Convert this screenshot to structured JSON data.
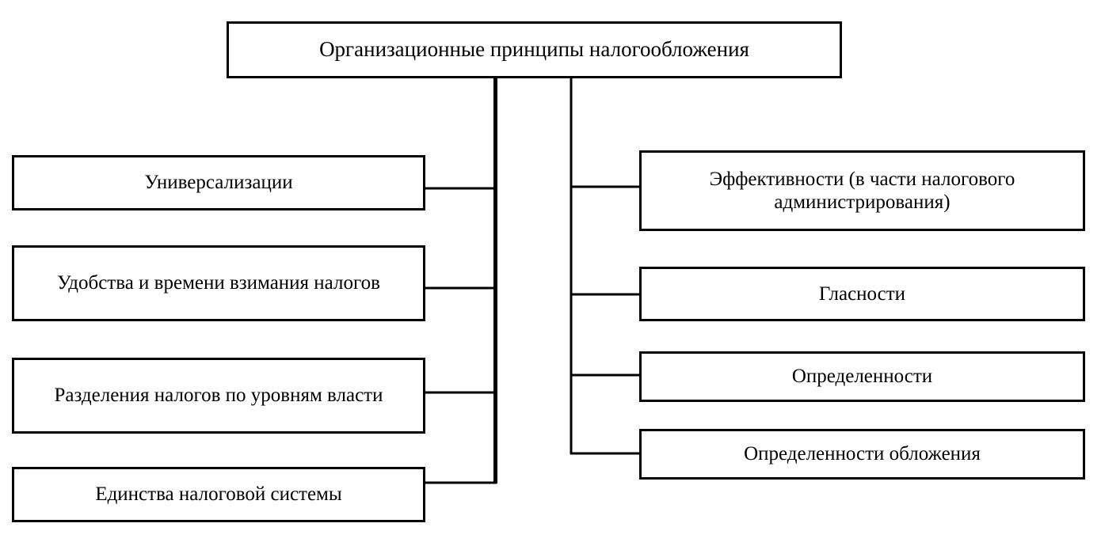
{
  "diagram": {
    "type": "organizational-hierarchy",
    "title_node": {
      "id": "root",
      "label": "Организационные принципы налогообложения"
    },
    "left_branch": {
      "items": [
        {
          "id": "left-1",
          "label": "Универсализации"
        },
        {
          "id": "left-2",
          "label": "Удобства и времени взимания налогов"
        },
        {
          "id": "left-3",
          "label": "Разделения налогов по уровням власти"
        },
        {
          "id": "left-4",
          "label": "Единства налоговой системы"
        }
      ]
    },
    "right_branch": {
      "items": [
        {
          "id": "right-1",
          "label": "Эффективности (в части налогового администрирования)"
        },
        {
          "id": "right-2",
          "label": "Гласности"
        },
        {
          "id": "right-3",
          "label": "Определенности"
        },
        {
          "id": "right-4",
          "label": "Определенности обложения"
        }
      ]
    },
    "colors": {
      "box_border": "#000000",
      "box_fill": "#ffffff",
      "connector": "#000000",
      "text": "#000000",
      "background": "#ffffff"
    }
  }
}
